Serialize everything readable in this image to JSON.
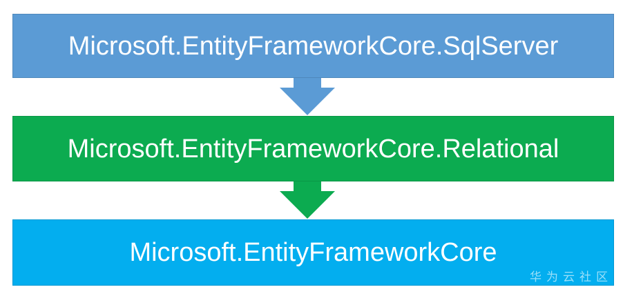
{
  "diagram": {
    "title_hint": "Entity Framework Core package dependency stack",
    "layers": [
      {
        "label": "Microsoft.EntityFrameworkCore.SqlServer",
        "color": "#5b9bd5"
      },
      {
        "label": "Microsoft.EntityFrameworkCore.Relational",
        "color": "#0cab50"
      },
      {
        "label": "Microsoft.EntityFrameworkCore",
        "color": "#03aeef"
      }
    ],
    "arrows": [
      {
        "name": "down-arrow-blue-icon",
        "from": "Microsoft.EntityFrameworkCore.SqlServer",
        "to": "Microsoft.EntityFrameworkCore.Relational",
        "color": "#5b9bd5",
        "direction": "down"
      },
      {
        "name": "down-arrow-green-icon",
        "from": "Microsoft.EntityFrameworkCore.Relational",
        "to": "Microsoft.EntityFrameworkCore",
        "color": "#0cab50",
        "direction": "down"
      }
    ],
    "watermark": "华为云社区",
    "colors": {
      "top_bar": "#5b9bd5",
      "middle_bar": "#0cab50",
      "bottom_bar": "#03aeef",
      "label_text": "#ffffff",
      "background": "#ffffff"
    }
  }
}
